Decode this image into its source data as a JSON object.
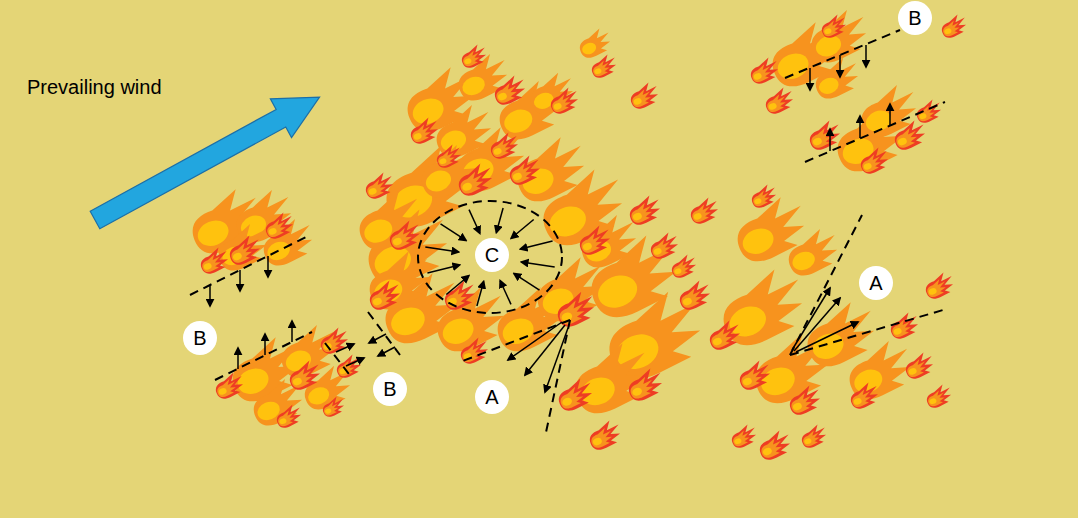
{
  "diagram": {
    "nodes": [
      {
        "text": [
          "B"
        ]
      },
      {
        "text": [
          "C"
        ]
      },
      {
        "text": [
          "A"
        ]
      },
      {
        "text": [
          "B"
        ]
      },
      {
        "text": [
          "B"
        ]
      },
      {
        "text": [
          "A"
        ]
      }
    ],
    "labels": [
      "Prevailing wind"
    ]
  }
}
